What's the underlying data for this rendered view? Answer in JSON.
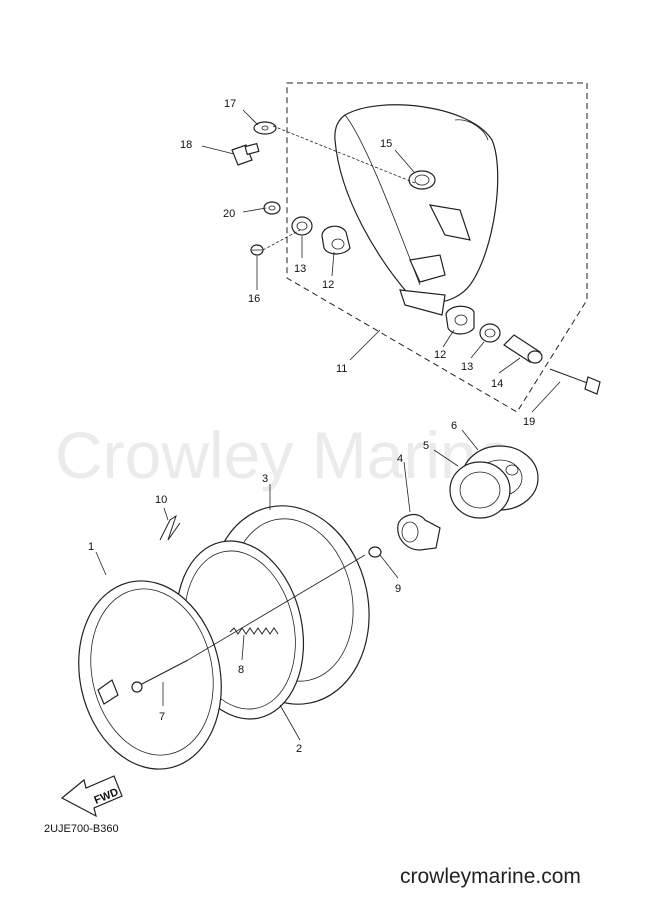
{
  "watermark": "Crowley Marine",
  "diagram_code": "2UJE700-B360",
  "site": "crowleymarine.com",
  "fwd_label": "FWD",
  "callouts": {
    "p1": "1",
    "p2": "2",
    "p3": "3",
    "p4": "4",
    "p5": "5",
    "p6": "6",
    "p7": "7",
    "p8": "8",
    "p9": "9",
    "p10": "10",
    "p11": "11",
    "p12a": "12",
    "p12b": "12",
    "p13a": "13",
    "p13b": "13",
    "p14": "14",
    "p15": "15",
    "p16": "16",
    "p17": "17",
    "p18": "18",
    "p19": "19",
    "p20": "20"
  }
}
